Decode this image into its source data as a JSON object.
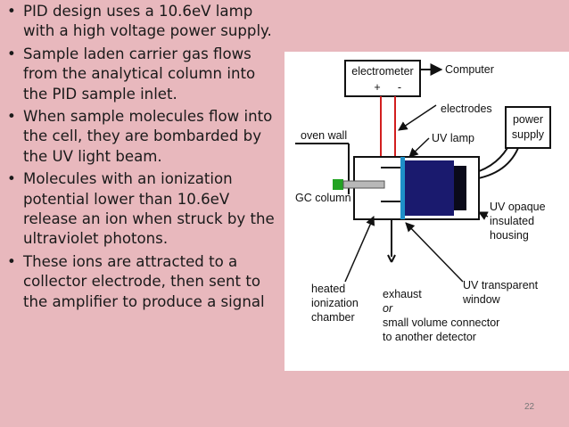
{
  "bullets": [
    {
      "text": "PID design uses a 10.6eV lamp with a high voltage power supply."
    },
    {
      "text": "Sample laden carrier gas flows from the analytical column into the PID sample inlet."
    },
    {
      "text": "When sample molecules flow into the cell, they are bombarded by the UV light beam."
    },
    {
      "text": "Molecules with an ionization potential lower than 10.6eV release an ion when struck by the ultraviolet photons."
    },
    {
      "text": "These ions are attracted to a collector electrode, then sent to the amplifier to produce a signal"
    }
  ],
  "bullet_symbol": "•",
  "diagram": {
    "electrometer": "electrometer",
    "polarity_plus": "+",
    "polarity_minus": "-",
    "computer": "Computer",
    "electrodes": "electrodes",
    "oven_wall": "oven wall",
    "uv_lamp": "UV lamp",
    "power_supply_line1": "power",
    "power_supply_line2": "supply",
    "gc_column": "GC column",
    "uv_opaque_line1": "UV opaque",
    "uv_opaque_line2": "insulated",
    "uv_opaque_line3": "housing",
    "heated_line1": "heated",
    "heated_line2": "ionization",
    "heated_line3": "chamber",
    "exhaust_line1": "exhaust",
    "exhaust_line2": "or",
    "exhaust_line3": "small volume connector",
    "exhaust_line4": "to another detector",
    "uv_transparent_line1": "UV transparent",
    "uv_transparent_line2": "window"
  },
  "colors": {
    "background": "#e8b8bd",
    "lamp": "#1a1a6e",
    "window": "#1e90c8",
    "gc_inlet": "#22a322",
    "lead_wire": "#d21e1e"
  },
  "page_number": "22"
}
